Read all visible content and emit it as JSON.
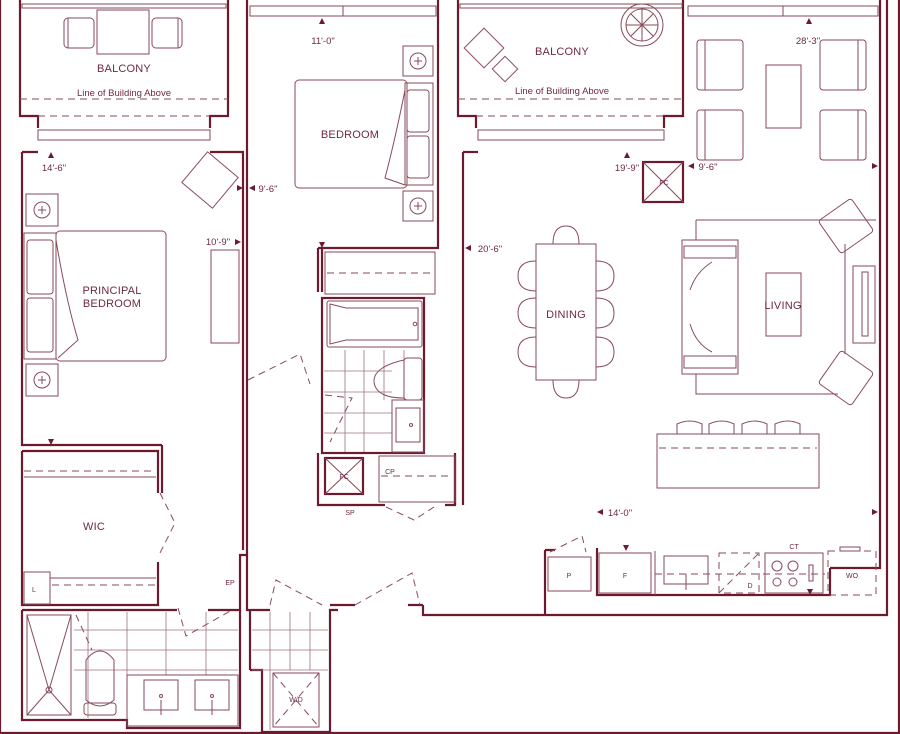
{
  "floorplan": {
    "colors": {
      "wall": "#6e1a2e",
      "line": "#8a4a5a",
      "text": "#6e2a3e",
      "background": "#ffffff"
    },
    "rooms": {
      "balcony_left": "BALCONY",
      "balcony_right": "BALCONY",
      "bedroom": "BEDROOM",
      "principal_bedroom_line1": "PRINCIPAL",
      "principal_bedroom_line2": "BEDROOM",
      "wic": "WIC",
      "dining": "DINING",
      "living": "LIVING"
    },
    "notes": {
      "line_of_building_left": "Line of Building Above",
      "line_of_building_right": "Line of Building Above"
    },
    "dimensions": {
      "principal_width": "14'-6\"",
      "principal_depth": "10'-9\"",
      "bedroom_width": "11'-0\"",
      "bedroom_depth": "9'-6\"",
      "dining_width": "19'-9\"",
      "dining_depth": "20'-6\"",
      "living_width": "28'-3\"",
      "living_depth": "9'-6\"",
      "kitchen_depth": "14'-0\""
    },
    "fixtures": {
      "fc_top": "FC",
      "fc_bath": "FC",
      "cp": "CP",
      "sp": "SP",
      "ep": "EP",
      "linen": "L",
      "washer_dryer": "W/D",
      "pantry": "P",
      "fridge": "F",
      "dishwasher": "D",
      "cooktop": "CT",
      "wall_oven": "WO"
    }
  }
}
